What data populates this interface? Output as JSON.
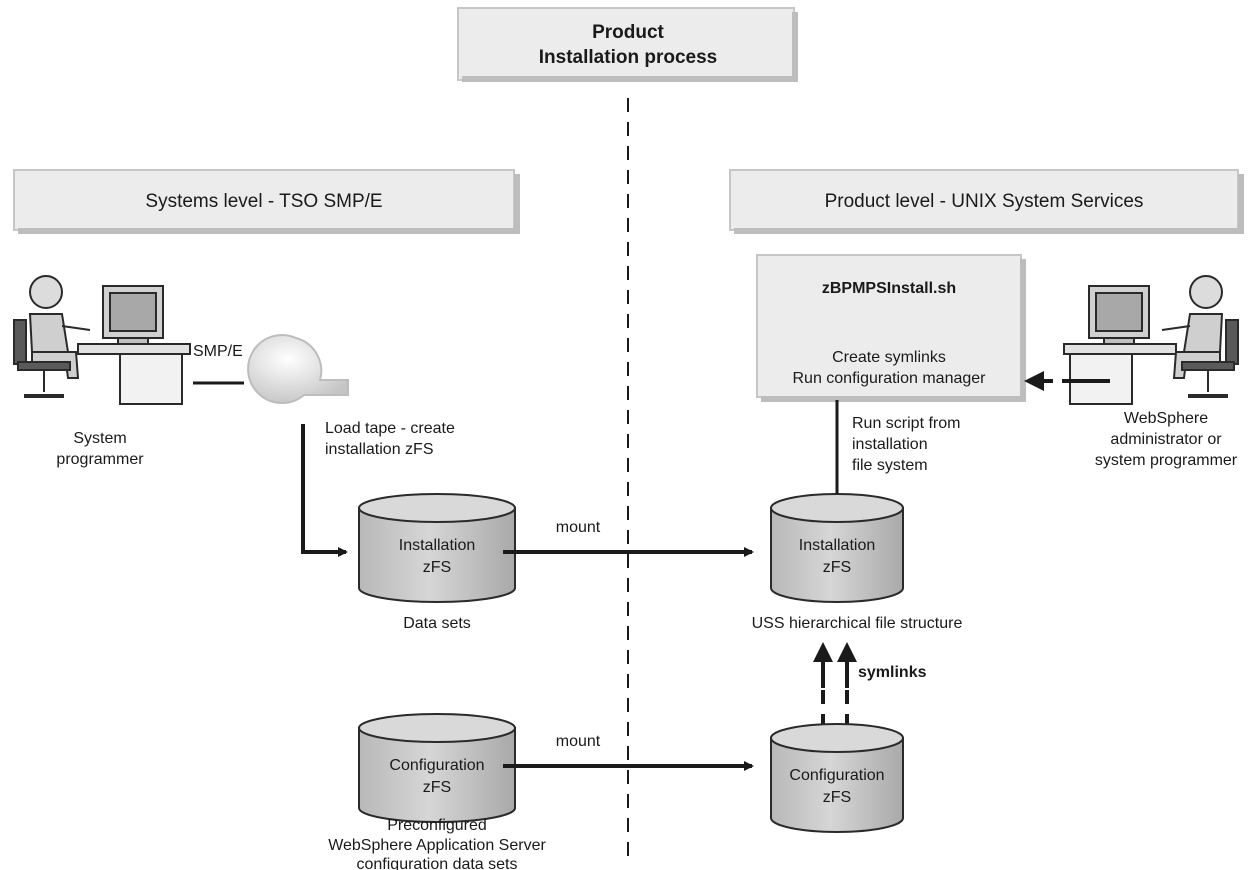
{
  "title": {
    "line1": "Product",
    "line2": "Installation process"
  },
  "left_header": "Systems level - TSO SMP/E",
  "right_header": "Product level - UNIX System Services",
  "script_box": {
    "name": "zBPMPSInstall.sh",
    "line1": "Create symlinks",
    "line2": "Run configuration manager"
  },
  "left_person": {
    "line1": "System",
    "line2": "programmer"
  },
  "right_person": {
    "line1": "WebSphere",
    "line2": "administrator or",
    "line3": "system programmer"
  },
  "smpe_label": "SMP/E",
  "load_tape": {
    "line1": "Load tape - create",
    "line2": "installation zFS"
  },
  "run_script": {
    "line1": "Run script from",
    "line2": "installation",
    "line3": "file system"
  },
  "left_install_cyl": {
    "line1": "Installation",
    "line2": "zFS",
    "caption": "Data sets"
  },
  "right_install_cyl": {
    "line1": "Installation",
    "line2": "zFS",
    "caption": "USS hierarchical file structure"
  },
  "left_config_cyl": {
    "line1": "Configuration",
    "line2": "zFS",
    "caption1": "Preconfigured",
    "caption2": "WebSphere Application Server",
    "caption3": "configuration data sets"
  },
  "right_config_cyl": {
    "line1": "Configuration",
    "line2": "zFS"
  },
  "mount_top": "mount",
  "mount_bottom": "mount",
  "symlinks": "symlinks",
  "colors": {
    "box_fill": "#ececec",
    "cylinder_fill": "#c9c9c9",
    "line": "#1a1a1a"
  }
}
